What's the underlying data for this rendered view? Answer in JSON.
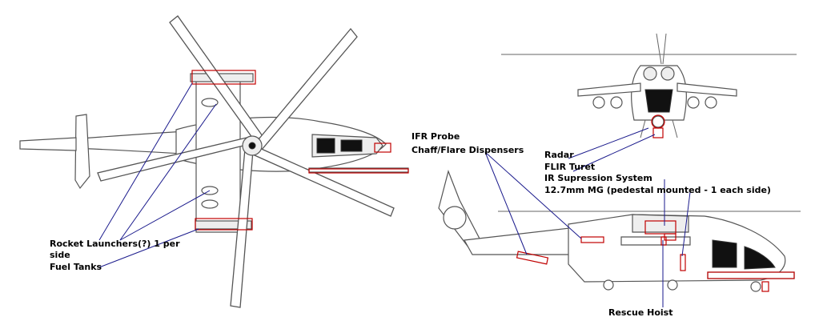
{
  "labels": {
    "ifr_probe": "IFR Probe",
    "chaff_flare": "Chaff/Flare Dispensers",
    "radar": "Radar",
    "flir_turret": "FLIR Turet",
    "ir_suppression": "IR Supression System",
    "mg": "12.7mm MG (pedestal mounted - 1 each side)",
    "rocket_launchers_line1": "Rocket Launchers(?) 1 per",
    "rocket_launchers_line2": "side",
    "fuel_tanks": "Fuel Tanks",
    "rescue_hoist": "Rescue Hoist"
  },
  "colors": {
    "highlight_box": "#c00000",
    "leader_line": "#1a1a8c",
    "outline": "#555555"
  }
}
